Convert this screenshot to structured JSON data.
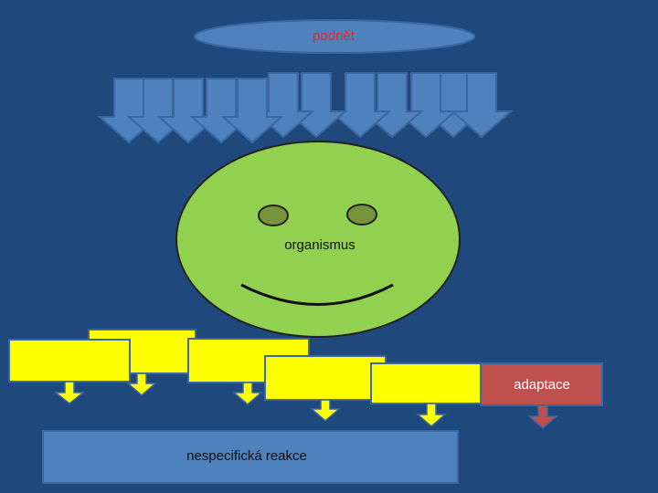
{
  "labels": {
    "stimulus": "podnět",
    "organism": "organismus",
    "adaptation": "adaptace",
    "nonspecific_response": "nespecifická reakce"
  },
  "colors": {
    "background": "#1f497d",
    "stimulus_fill": "#4f81bd",
    "stimulus_text": "#e8262b",
    "arrow_fill": "#4f81bd",
    "arrow_stroke": "#3a679f",
    "organism_fill": "#92d050",
    "eye_fill": "#77933c",
    "yellow_box": "#ffff00",
    "adaptation_box": "#c0504d",
    "response_box": "#4f81bd"
  },
  "icons": {
    "stimulus_arrows": "down-arrow-icon",
    "box_arrows": "down-arrow-icon",
    "face": "smiley-face-icon"
  }
}
